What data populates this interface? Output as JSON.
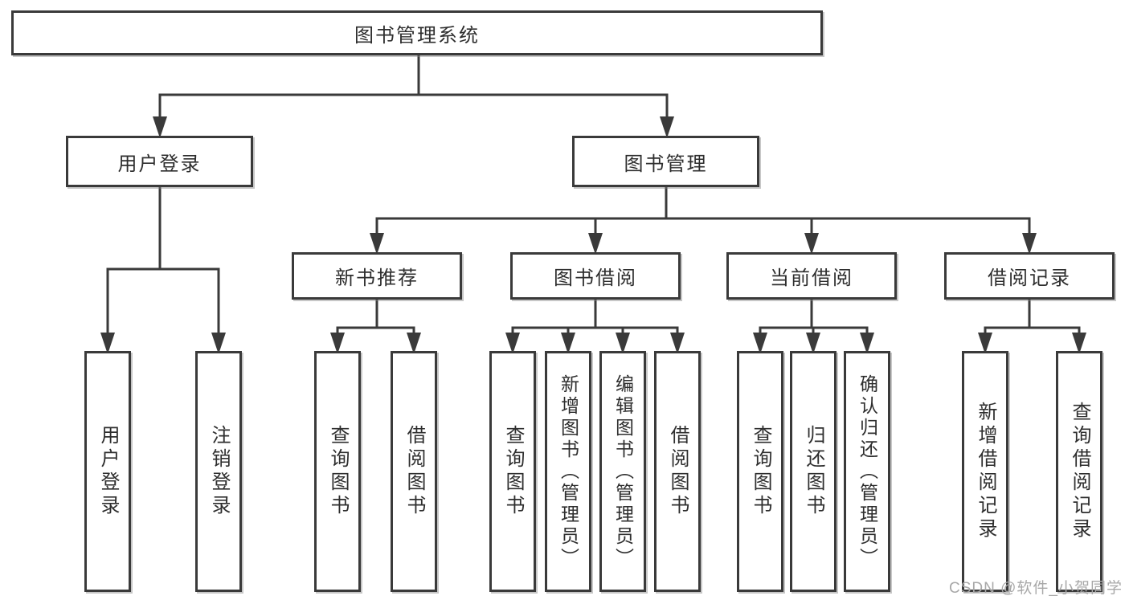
{
  "diagram": {
    "root": {
      "label": "图书管理系统"
    },
    "branches": [
      {
        "label": "用户登录",
        "children": [
          {
            "label": "用户登录"
          },
          {
            "label": "注销登录"
          }
        ]
      },
      {
        "label": "图书管理",
        "children": [
          {
            "label": "新书推荐",
            "children": [
              {
                "label": "查询图书"
              },
              {
                "label": "借阅图书"
              }
            ]
          },
          {
            "label": "图书借阅",
            "children": [
              {
                "label": "查询图书"
              },
              {
                "label": "新增图书（管理员）"
              },
              {
                "label": "编辑图书（管理员）"
              },
              {
                "label": "借阅图书"
              }
            ]
          },
          {
            "label": "当前借阅",
            "children": [
              {
                "label": "查询图书"
              },
              {
                "label": "归还图书"
              },
              {
                "label": "确认归还（管理员）"
              }
            ]
          },
          {
            "label": "借阅记录",
            "children": [
              {
                "label": "新增借阅记录"
              },
              {
                "label": "查询借阅记录"
              }
            ]
          }
        ]
      }
    ]
  },
  "colors": {
    "line": "#3a3a3a",
    "text": "#2e2e2e",
    "background": "#ffffff",
    "watermark": "#a8a8a8"
  },
  "watermark": {
    "text": "CSDN @软件_小贺同学"
  }
}
